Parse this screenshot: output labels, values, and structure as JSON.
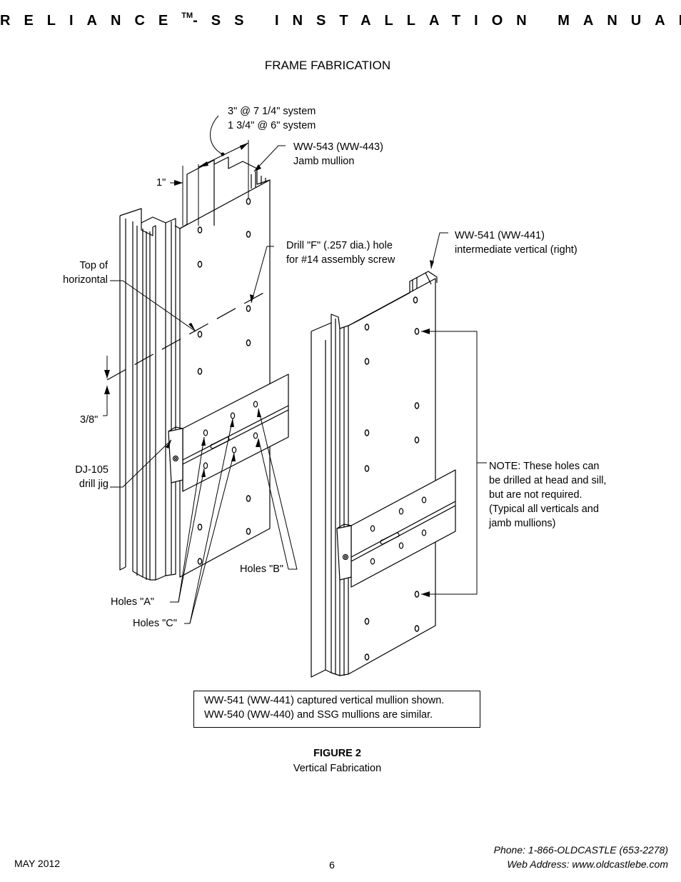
{
  "header": {
    "title_part1": "RELIANCE",
    "trademark": "TM",
    "title_part2": "-SS INSTALLATION MANUAL"
  },
  "section_title": "FRAME FABRICATION",
  "labels": {
    "spacing_line1": "3\" @ 7 1/4\" system",
    "spacing_line2": "1 3/4\" @ 6\" system",
    "jamb_line1": "WW-543 (WW-443)",
    "jamb_line2": "Jamb mullion",
    "one_inch": "1\"",
    "drill_line1": "Drill \"F\" (.257 dia.) hole",
    "drill_line2": "for #14 assembly screw",
    "intermediate_line1": "WW-541 (WW-441)",
    "intermediate_line2": "intermediate vertical (right)",
    "top_line1": "Top of",
    "top_line2": "horizontal",
    "three_eighths": "3/8\"",
    "jig_line1": "DJ-105",
    "jig_line2": "drill jig",
    "note_line1": "NOTE:  These holes can",
    "note_line2": "be drilled at head and sill,",
    "note_line3": "but are not required.",
    "note_line4": "(Typical all verticals and",
    "note_line5": "jamb mullions)",
    "holes_b": "Holes \"B\"",
    "holes_a": "Holes \"A\"",
    "holes_c": "Holes \"C\""
  },
  "caption_box": {
    "line1": "WW-541 (WW-441) captured vertical mullion shown.",
    "line2": "WW-540 (WW-440) and SSG mullions are similar."
  },
  "figure": {
    "number": "FIGURE 2",
    "title": "Vertical Fabrication"
  },
  "footer": {
    "date": "MAY 2012",
    "page": "6",
    "phone": "Phone: 1-866-OLDCASTLE (653-2278)",
    "web": "Web Address: www.oldcastlebe.com"
  }
}
